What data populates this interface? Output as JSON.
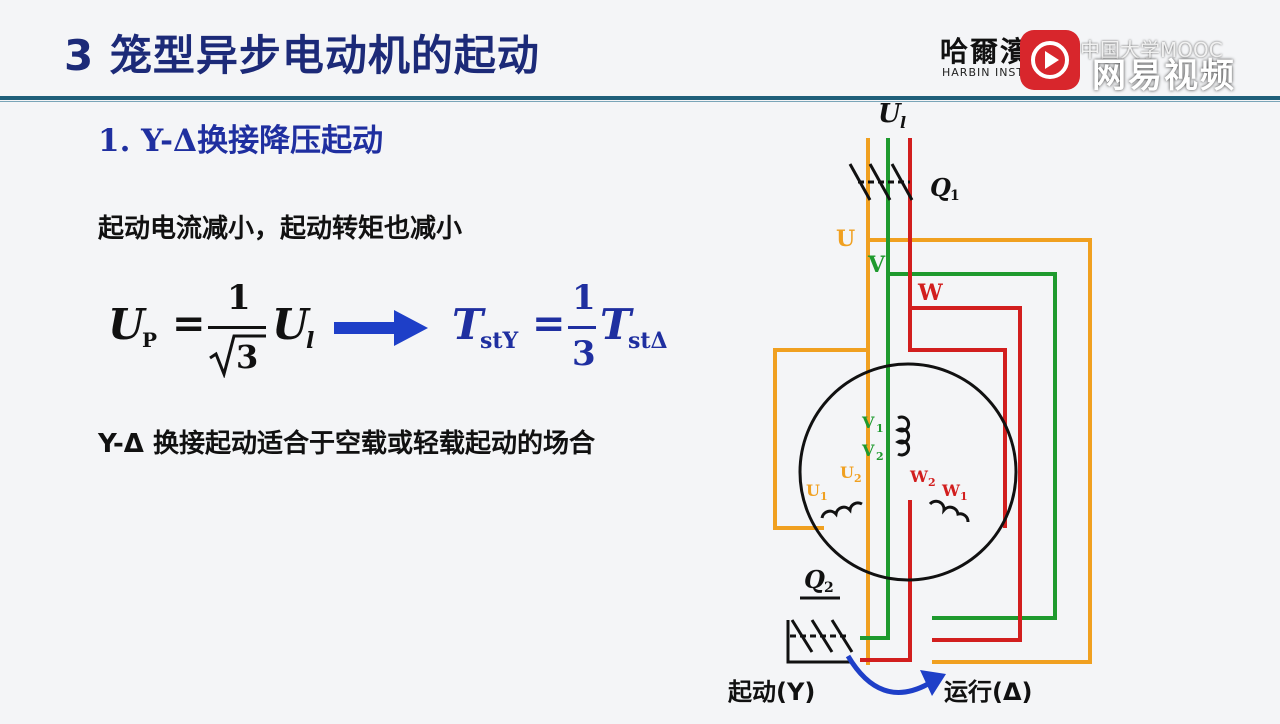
{
  "slide": {
    "title": "3 笼型异步电动机的起动",
    "subtitle": "1. Y-Δ换接降压起动",
    "statement": "起动电流减小，起动转矩也减小",
    "note": "Y-Δ 换接起动适合于空载或轻载起动的场合"
  },
  "formula": {
    "lhs_var": "U",
    "lhs_sub": "P",
    "eq": "=",
    "frac_num": "1",
    "frac_den": "3",
    "rhs_var": "U",
    "rhs_sub": "l",
    "t_var": "T",
    "t_sub_y": "stY",
    "t_num": "1",
    "t_den": "3",
    "t_sub_d": "stΔ"
  },
  "logo": {
    "cn": "哈爾濱",
    "en": "HARBIN INSTITU",
    "mooc": "中国大学MOOC",
    "brand": "网易视频"
  },
  "diagram": {
    "supply_label": "U",
    "supply_sub": "l",
    "q1_label": "Q",
    "q1_sub": "1",
    "q2_label": "Q",
    "q2_sub": "2",
    "line_u": "U",
    "line_v": "V",
    "line_w": "W",
    "v1": "V",
    "v1_sub": "1",
    "v2": "V",
    "v2_sub": "2",
    "u1": "U",
    "u1_sub": "1",
    "u2": "U",
    "u2_sub": "2",
    "w1": "W",
    "w1_sub": "1",
    "w2": "W",
    "w2_sub": "2",
    "start_label": "起动(Y)",
    "run_label": "运行(Δ)",
    "colors": {
      "u": "#f0a020",
      "v": "#1e9a2e",
      "w": "#d21e1e",
      "arrow": "#1e3fc8"
    }
  }
}
